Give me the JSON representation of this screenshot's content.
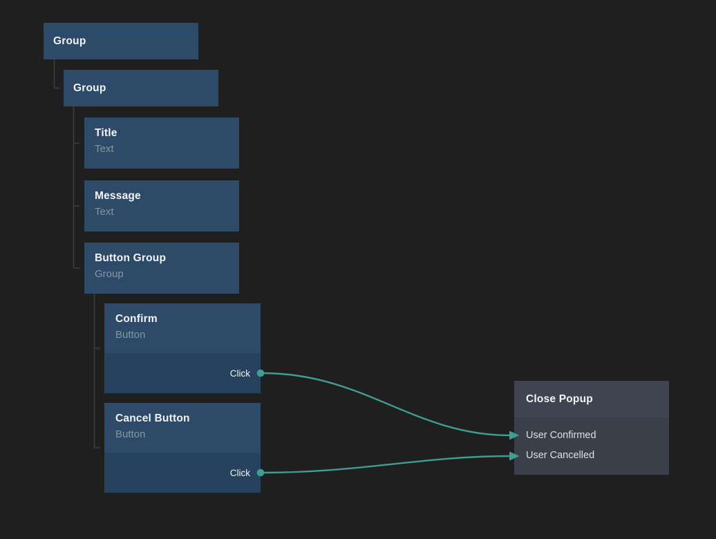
{
  "colors": {
    "bg": "#201f1f",
    "node_fill": "#2d4b69",
    "strip_fill": "#27425e",
    "event_header_fill": "#3f4450",
    "event_body_fill": "#3a3f4a",
    "wire": "#3f9e94",
    "tree_line": "#3e3e3e",
    "title_text": "#f1f3f5",
    "subtitle_text": "#8a95a2",
    "row_text": "#dce0e4"
  },
  "nodes": [
    {
      "title": "Group"
    },
    {
      "title": "Group"
    },
    {
      "title": "Title",
      "type": "Text"
    },
    {
      "title": "Message",
      "type": "Text"
    },
    {
      "title": "Button Group",
      "type": "Group"
    },
    {
      "title": "Confirm",
      "type": "Button",
      "event_port": "Click"
    },
    {
      "title": "Cancel Button",
      "type": "Button",
      "event_port": "Click"
    }
  ],
  "event_node": {
    "title": "Close Popup",
    "inputs": [
      {
        "label": "User Confirmed"
      },
      {
        "label": "User Cancelled"
      }
    ]
  },
  "connections": [
    {
      "from_node": "Confirm",
      "from_port": "Click",
      "to_node": "Close Popup",
      "to_input": "User Confirmed"
    },
    {
      "from_node": "Cancel Button",
      "from_port": "Click",
      "to_node": "Close Popup",
      "to_input": "User Cancelled"
    }
  ]
}
